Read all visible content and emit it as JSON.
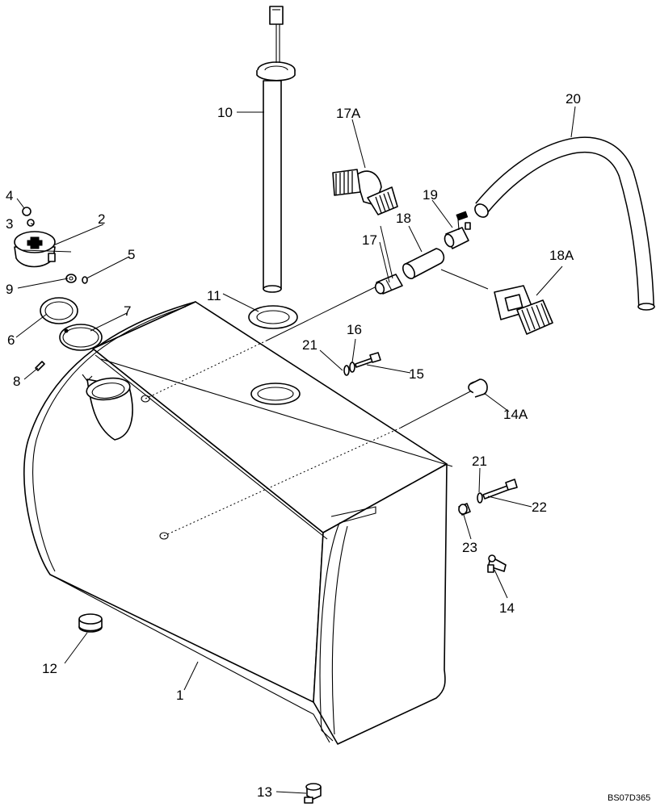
{
  "callouts": {
    "c1": "1",
    "c2": "2",
    "c3": "3",
    "c4": "4",
    "c5": "5",
    "c6": "6",
    "c7": "7",
    "c8": "8",
    "c9": "9",
    "c10": "10",
    "c11": "11",
    "c12": "12",
    "c13": "13",
    "c14": "14",
    "c14a": "14A",
    "c15": "15",
    "c16": "16",
    "c17": "17",
    "c17a": "17A",
    "c18": "18",
    "c18a": "18A",
    "c19": "19",
    "c20": "20",
    "c21a": "21",
    "c21b": "21",
    "c22": "22",
    "c23": "23"
  },
  "drawing_ref": "BS07D365"
}
